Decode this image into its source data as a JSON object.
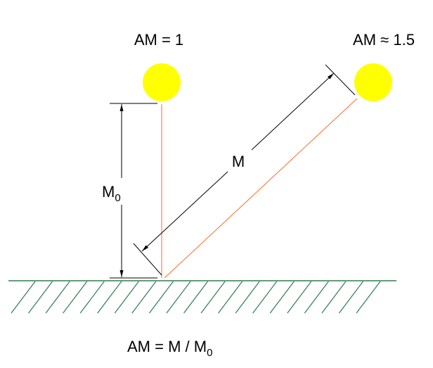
{
  "labels": {
    "am_zenith": "AM = 1",
    "am_angled": "AM ≈ 1.5",
    "m": "M",
    "m0_base": "M",
    "m0_sub": "0",
    "formula_main": "AM = M / M",
    "formula_sub": "0"
  },
  "colors": {
    "sun": "#ffff00",
    "ray": "#ff6a2a",
    "ground": "#2e7d4f",
    "dimension": "#000000"
  },
  "hatch_count": 21
}
